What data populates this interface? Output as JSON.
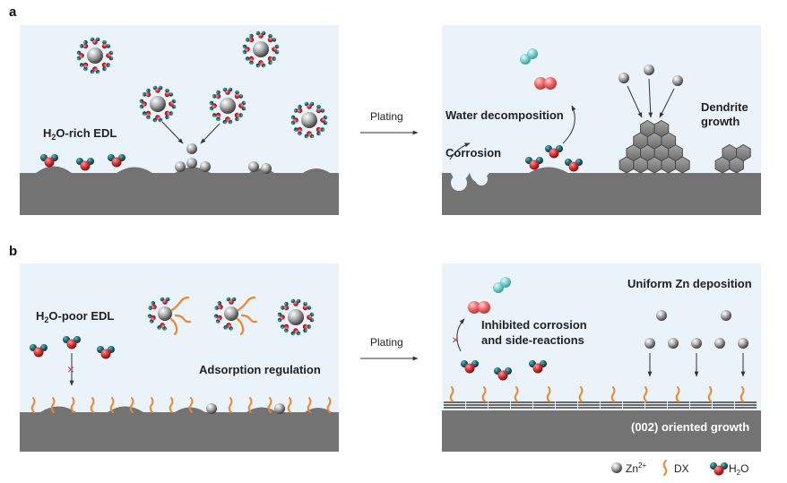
{
  "panel_a": {
    "letter": "a",
    "left_label_prefix": "H",
    "left_label_sub": "2",
    "left_label_suffix": "O-rich EDL",
    "arrow_label": "Plating",
    "water_decomposition": "Water decomposition",
    "corrosion": "Corrosion",
    "dendrite_line1": "Dendrite",
    "dendrite_line2": "growth"
  },
  "panel_b": {
    "letter": "b",
    "left_label_prefix": "H",
    "left_label_sub": "2",
    "left_label_suffix": "O-poor EDL",
    "adsorption": "Adsorption regulation",
    "arrow_label": "Plating",
    "uniform": "Uniform Zn deposition",
    "inhibited_line1": "Inhibited corrosion",
    "inhibited_line2": "and side-reactions",
    "oriented": "(002) oriented growth"
  },
  "legend": {
    "zn_base": "Zn",
    "zn_sup": "2+",
    "dx": "DX",
    "h2o_prefix": "H",
    "h2o_sub": "2",
    "h2o_suffix": "O"
  },
  "colors": {
    "panel_bg": "#eaf2fa",
    "substrate": "#737373",
    "oxygen": "#d03a3a",
    "hydrogen": "#16616a",
    "dx_chain": "#e8872e",
    "zn_ion": "#9a9a9a",
    "gas_h2": "#6ccac9",
    "gas_o2": "#e25d5d"
  }
}
